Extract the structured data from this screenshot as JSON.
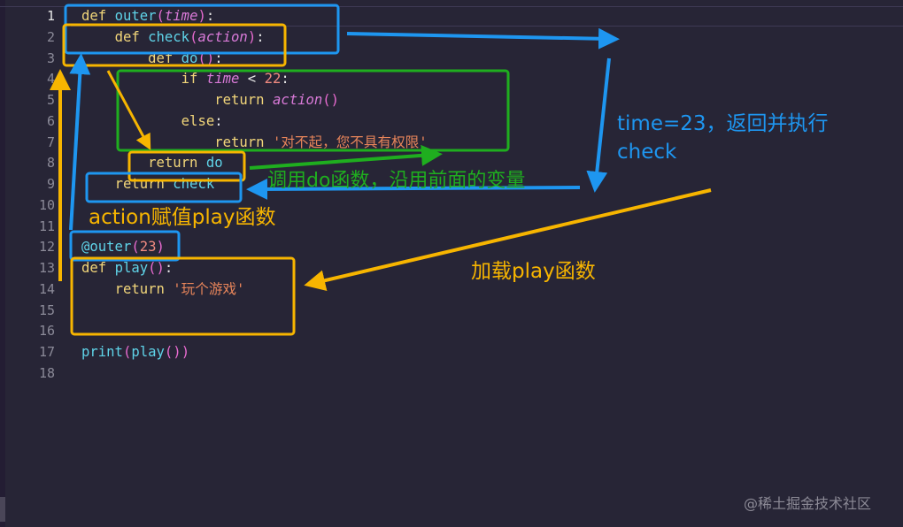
{
  "editor": {
    "line_numbers": [
      "1",
      "2",
      "3",
      "4",
      "5",
      "6",
      "7",
      "8",
      "9",
      "10",
      "11",
      "12",
      "13",
      "14",
      "15",
      "16",
      "17",
      "18"
    ],
    "active_line": 1,
    "lines": [
      [
        [
          "kw",
          "def "
        ],
        [
          "fn",
          "outer"
        ],
        [
          "pn",
          "("
        ],
        [
          "pa",
          "time"
        ],
        [
          "pn",
          ")"
        ],
        [
          "op",
          ":"
        ]
      ],
      [
        [
          "op",
          "    "
        ],
        [
          "kw",
          "def "
        ],
        [
          "fn",
          "check"
        ],
        [
          "pn",
          "("
        ],
        [
          "pa",
          "action"
        ],
        [
          "pn",
          ")"
        ],
        [
          "op",
          ":"
        ]
      ],
      [
        [
          "op",
          "        "
        ],
        [
          "kw",
          "def "
        ],
        [
          "fn",
          "do"
        ],
        [
          "pn",
          "()"
        ],
        [
          "op",
          ":"
        ]
      ],
      [
        [
          "op",
          "            "
        ],
        [
          "kw",
          "if "
        ],
        [
          "pa",
          "time"
        ],
        [
          "op",
          " < "
        ],
        [
          "nu",
          "22"
        ],
        [
          "op",
          ":"
        ]
      ],
      [
        [
          "op",
          "                "
        ],
        [
          "kw",
          "return "
        ],
        [
          "pa",
          "action"
        ],
        [
          "pn",
          "()"
        ]
      ],
      [
        [
          "op",
          "            "
        ],
        [
          "kw",
          "else"
        ],
        [
          "op",
          ":"
        ]
      ],
      [
        [
          "op",
          "                "
        ],
        [
          "kw",
          "return "
        ],
        [
          "st",
          "'对不起，您不具有权限'"
        ]
      ],
      [
        [
          "op",
          "        "
        ],
        [
          "kw",
          "return "
        ],
        [
          "fn",
          "do"
        ]
      ],
      [
        [
          "op",
          "    "
        ],
        [
          "kw",
          "return "
        ],
        [
          "fn",
          "check"
        ]
      ],
      [],
      [],
      [
        [
          "dec",
          "@outer"
        ],
        [
          "pn",
          "("
        ],
        [
          "nu",
          "23"
        ],
        [
          "pn",
          ")"
        ]
      ],
      [
        [
          "kw",
          "def "
        ],
        [
          "fn",
          "play"
        ],
        [
          "pn",
          "()"
        ],
        [
          "op",
          ":"
        ]
      ],
      [
        [
          "op",
          "    "
        ],
        [
          "kw",
          "return "
        ],
        [
          "st",
          "'玩个游戏'"
        ]
      ],
      [],
      [],
      [
        [
          "fn",
          "print"
        ],
        [
          "pn",
          "("
        ],
        [
          "fn",
          "play"
        ],
        [
          "pn",
          "()"
        ],
        [
          "pn",
          ")"
        ]
      ],
      []
    ]
  },
  "annotations": {
    "action_label": "action赋值play函数",
    "do_label": "调用do函数，沿用前面的变量",
    "time_label": "time=23，返回并执行\ncheck",
    "play_label": "加载play函数"
  },
  "colors": {
    "blue": "#1e96f0",
    "orange": "#f7b500",
    "green": "#1fae1f",
    "background": "#272536"
  },
  "watermark": "@稀土掘金技术社区"
}
